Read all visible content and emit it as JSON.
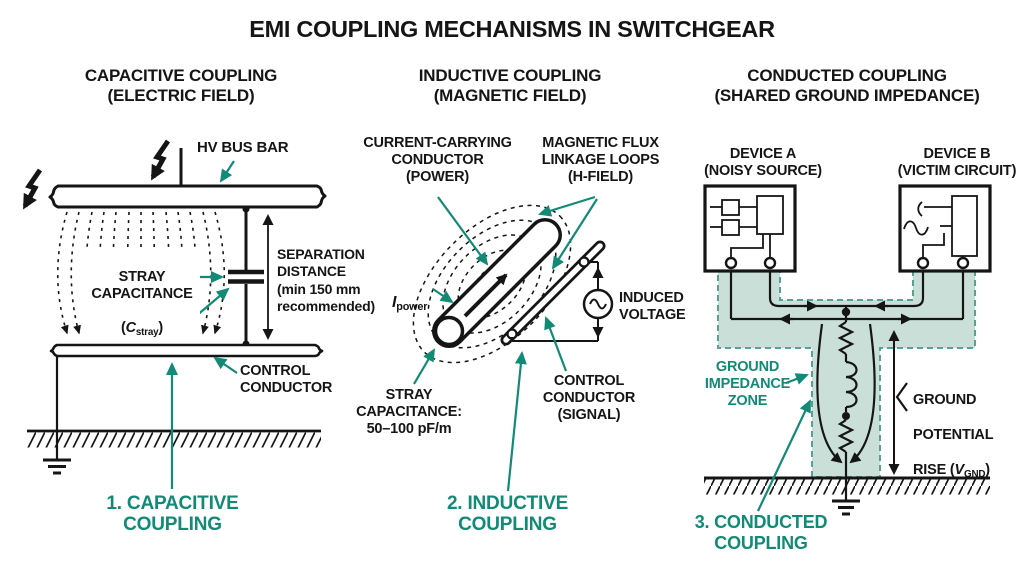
{
  "title": "EMI COUPLING MECHANISMS IN SWITCHGEAR",
  "colors": {
    "accent_teal": "#118a76",
    "zone_fill": "#cbdfd9",
    "zone_border": "#55a395",
    "ink": "#151515",
    "background": "#ffffff"
  },
  "panel1": {
    "heading": "CAPACITIVE COUPLING\n(ELECTRIC FIELD)",
    "hv_bus_bar": "HV BUS BAR",
    "stray_label": "STRAY\nCAPACITANCE",
    "stray_sym": {
      "open": "(",
      "sym": "C",
      "sub": "stray",
      "close": ")"
    },
    "separation": "SEPARATION\nDISTANCE\n(min 150 mm\nrecommended)",
    "control_conductor": "CONTROL\nCONDUCTOR",
    "number_label": "1. CAPACITIVE\nCOUPLING"
  },
  "panel2": {
    "heading": "INDUCTIVE COUPLING\n(MAGNETIC FIELD)",
    "power_conductor": "CURRENT-CARRYING\nCONDUCTOR\n(POWER)",
    "flux_loops": "MAGNETIC FLUX\nLINKAGE LOOPS\n(H-FIELD)",
    "i_power": {
      "sym": "I",
      "sub": "power"
    },
    "induced_voltage": "INDUCED\nVOLTAGE",
    "stray_capacitance": "STRAY\nCAPACITANCE:\n50–100 pF/m",
    "signal_conductor": "CONTROL\nCONDUCTOR\n(SIGNAL)",
    "number_label": "2. INDUCTIVE\nCOUPLING"
  },
  "panel3": {
    "heading": "CONDUCTED COUPLING\n(SHARED GROUND IMPEDANCE)",
    "device_a": "DEVICE A\n(NOISY SOURCE)",
    "device_b": "DEVICE B\n(VICTIM CIRCUIT)",
    "ground_impedance_zone": "GROUND\nIMPEDANCE\nZONE",
    "ground_potential": {
      "line1": "GROUND",
      "line2": "POTENTIAL",
      "pre": "RISE (",
      "sym": "V",
      "sub": "GND",
      "close": ")"
    },
    "number_label": "3. CONDUCTED\nCOUPLING"
  }
}
